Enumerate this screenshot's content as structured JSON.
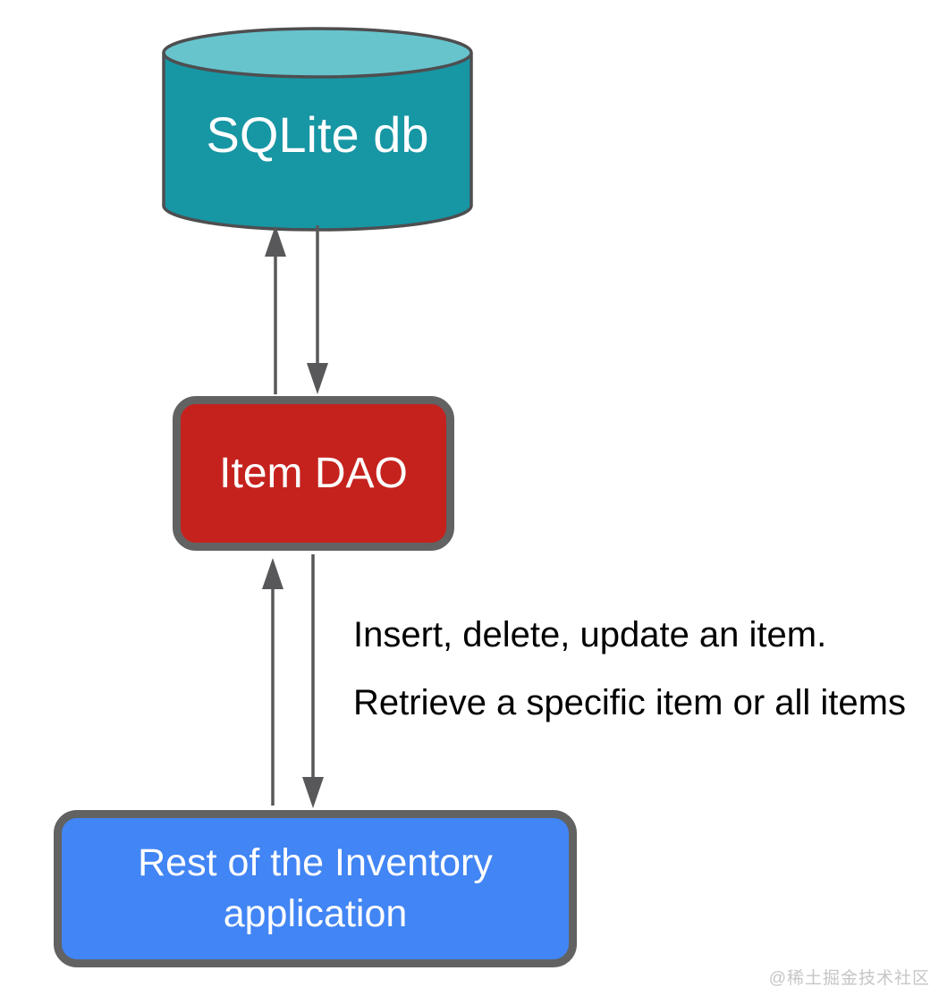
{
  "diagram": {
    "database": {
      "label": "SQLite db"
    },
    "dao": {
      "label": "Item DAO"
    },
    "app": {
      "label_lines": [
        "Rest of the Inventory",
        "application"
      ]
    },
    "annotations": {
      "line1": "Insert, delete, update an item.",
      "line2": "Retrieve a specific item or all items"
    },
    "watermark": "@稀土掘金技术社区",
    "colors": {
      "db_body": "#1796A4",
      "db_top": "#67C4CD",
      "outline": "#4E4E50",
      "node_border": "#626262",
      "arrow": "#58585A",
      "dao_fill": "#C5221E",
      "app_fill": "#4285F4",
      "node_text": "#FFFFFF",
      "annotation_text": "#000000",
      "watermark_text": "#C6C6C6",
      "background": "#FFFFFF"
    }
  }
}
